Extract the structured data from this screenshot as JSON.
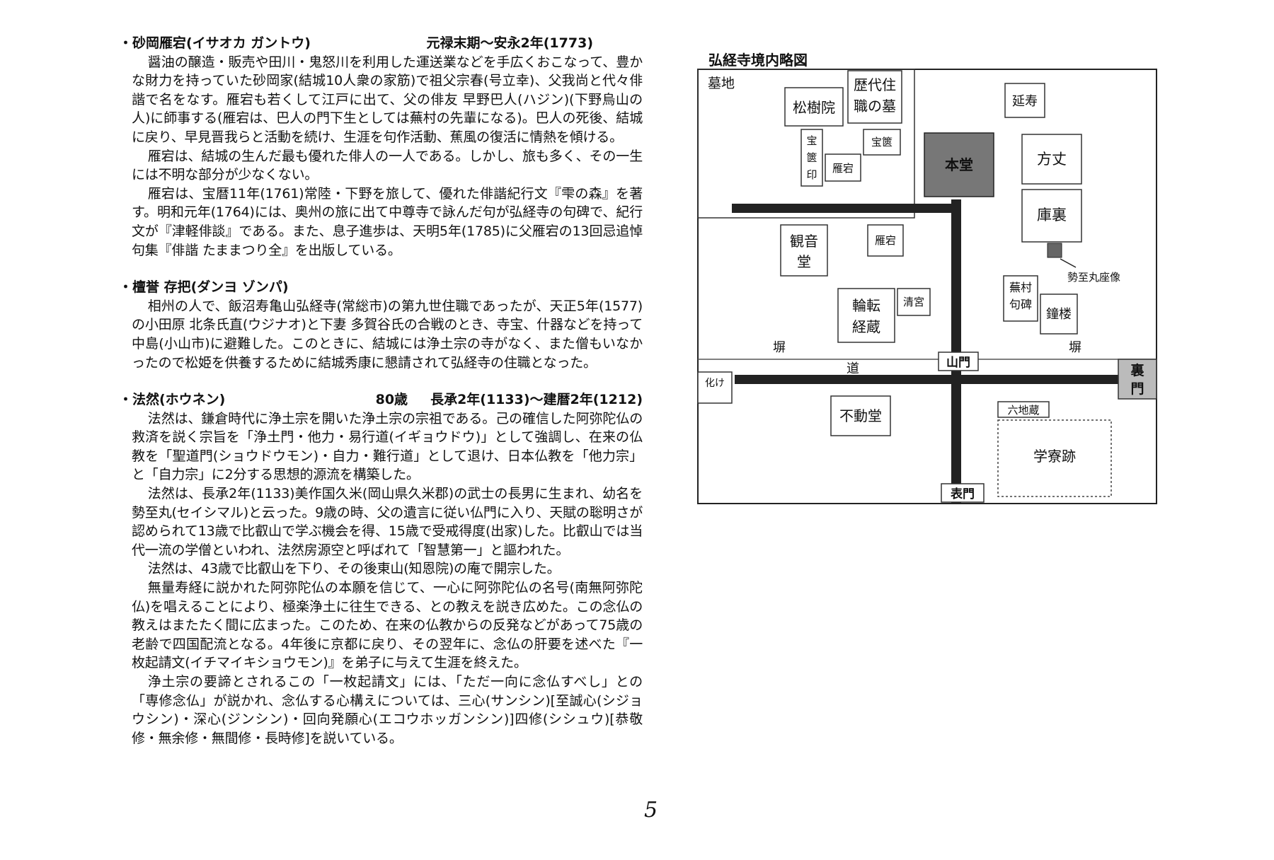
{
  "entries": [
    {
      "name": "・砂岡雁宕(イサオカ ガントウ)",
      "age": "",
      "period": "元禄末期～安永2年(1773)",
      "paragraphs": [
        "醤油の醸造・販売や田川・鬼怒川を利用した運送業などを手広くおこなって、豊かな財力を持っていた砂岡家(結城10人衆の家筋)で祖父宗春(号立幸)、父我尚と代々俳諧で名をなす。雁宕も若くして江戸に出て、父の俳友 早野巴人(ハジン)(下野烏山の人)に師事する(雁宕は、巴人の門下生としては蕪村の先輩になる)。巴人の死後、結城に戻り、早見晋我らと活動を続け、生涯を句作活動、蕉風の復活に情熱を傾ける。",
        "雁宕は、結城の生んだ最も優れた俳人の一人である。しかし、旅も多く、その一生には不明な部分が少なくない。",
        "雁宕は、宝暦11年(1761)常陸・下野を旅して、優れた俳諧紀行文『雫の森』を著す。明和元年(1764)には、奥州の旅に出て中尊寺で詠んだ句が弘経寺の句碑で、紀行文が『津軽俳談』である。また、息子進歩は、天明5年(1785)に父雁宕の13回忌追悼句集『俳諧 たままつり全』を出版している。"
      ]
    },
    {
      "name": "・檀誉 存把(ダンヨ ゾンパ)",
      "age": "",
      "period": "",
      "paragraphs": [
        "相州の人で、飯沼寿亀山弘経寺(常総市)の第九世住職であったが、天正5年(1577)の小田原 北条氏直(ウジナオ)と下妻 多賀谷氏の合戦のとき、寺宝、什器などを持って中島(小山市)に避難した。このときに、結城には浄土宗の寺がなく、また僧もいなかったので松姫を供養するために結城秀康に懇請されて弘経寺の住職となった。"
      ]
    },
    {
      "name": "・法然(ホウネン)",
      "age": "80歳",
      "period": "長承2年(1133)～建暦2年(1212)",
      "paragraphs": [
        "法然は、鎌倉時代に浄土宗を開いた浄土宗の宗祖である。己の確信した阿弥陀仏の救済を説く宗旨を「浄土門・他力・易行道(イギョウドウ)」として強調し、在来の仏教を「聖道門(ショウドウモン)・自力・難行道」として退け、日本仏教を「他力宗」と「自力宗」に2分する思想的源流を構築した。",
        "法然は、長承2年(1133)美作国久米(岡山県久米郡)の武士の長男に生まれ、幼名を勢至丸(セイシマル)と云った。9歳の時、父の遺言に従い仏門に入り、天賦の聡明さが認められて13歳で比叡山で学ぶ機会を得、15歳で受戒得度(出家)した。比叡山では当代一流の学僧といわれ、法然房源空と呼ばれて「智慧第一」と謳われた。",
        "法然は、43歳で比叡山を下り、その後東山(知恩院)の庵で開宗した。",
        "無量寿経に説かれた阿弥陀仏の本願を信じて、一心に阿弥陀仏の名号(南無阿弥陀仏)を唱えることにより、極楽浄土に往生できる、との教えを説き広めた。この念仏の教えはまたたく間に広まった。このため、在来の仏教からの反発などがあって75歳の老齢で四国配流となる。4年後に京都に戻り、その翌年に、念仏の肝要を述べた『一枚起請文(イチマイキショウモン)』を弟子に与えて生涯を終えた。",
        "浄土宗の要諦とされるこの「一枚起請文」には、「ただ一向に念仏すべし」との「専修念仏」が説かれ、念仏する心構えについては、三心(サンシン)[至誠心(シジョウシン)・深心(ジンシン)・回向発願心(エコウホッガンシン)]四修(シシュウ)[恭敬修・無余修・無間修・長時修]を説いている。"
      ]
    }
  ],
  "page_number": "5",
  "map": {
    "title": "弘経寺境内略図",
    "labels": {
      "bochi": "墓地",
      "shojuin": "松樹院",
      "rekidai": [
        "歴代住",
        "職の墓"
      ],
      "enju": "延寿",
      "hokyo1": [
        "宝",
        "篋",
        "印"
      ],
      "gantou1": "雁宕",
      "hokyo2": "宝篋",
      "hondo": "本堂",
      "hojo": "方丈",
      "kuri": "庫裏",
      "kannon": [
        "観音",
        "堂"
      ],
      "gantou2": "雁宕",
      "seishimaru": "勢至丸座像",
      "rinzo": [
        "輪転",
        "経蔵"
      ],
      "seigu": "清宮",
      "buson": [
        "蕪村",
        "句碑"
      ],
      "shoro": "鐘楼",
      "hei_left": "塀",
      "hei_right": "塀",
      "sanmon": "山門",
      "michi": "道",
      "bake": "化け",
      "uramon": [
        "裏",
        "門"
      ],
      "fudo": "不動堂",
      "rokujizo": "六地蔵",
      "gakuryo": "学寮跡",
      "omotemon": "表門"
    }
  }
}
